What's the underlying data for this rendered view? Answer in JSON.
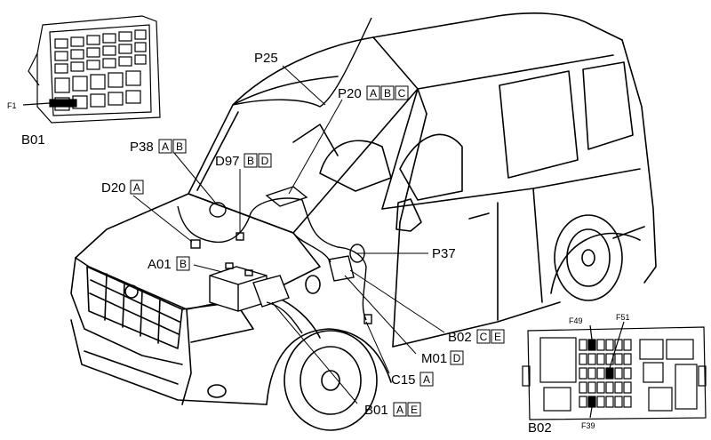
{
  "callouts": {
    "P25": {
      "text": "P25",
      "codes": []
    },
    "P20": {
      "text": "P20",
      "codes": [
        "A",
        "B",
        "C"
      ]
    },
    "P38": {
      "text": "P38",
      "codes": [
        "A",
        "B"
      ]
    },
    "D97": {
      "text": "D97",
      "codes": [
        "B",
        "D"
      ]
    },
    "D20": {
      "text": "D20",
      "codes": [
        "A"
      ]
    },
    "P37": {
      "text": "P37",
      "codes": []
    },
    "A01": {
      "text": "A01",
      "codes": [
        "B"
      ]
    },
    "B02": {
      "text": "B02",
      "codes": [
        "C",
        "E"
      ]
    },
    "M01": {
      "text": "M01",
      "codes": [
        "D"
      ]
    },
    "C15": {
      "text": "C15",
      "codes": [
        "A"
      ]
    },
    "B01": {
      "text": "B01",
      "codes": [
        "A",
        "E"
      ]
    }
  },
  "inset_b01": {
    "title": "B01",
    "fuse_label": "F1"
  },
  "inset_b02": {
    "title": "B02",
    "fuse_labels": [
      "F49",
      "F51",
      "F39"
    ]
  },
  "colors": {
    "line": "#000000",
    "background": "#ffffff"
  }
}
